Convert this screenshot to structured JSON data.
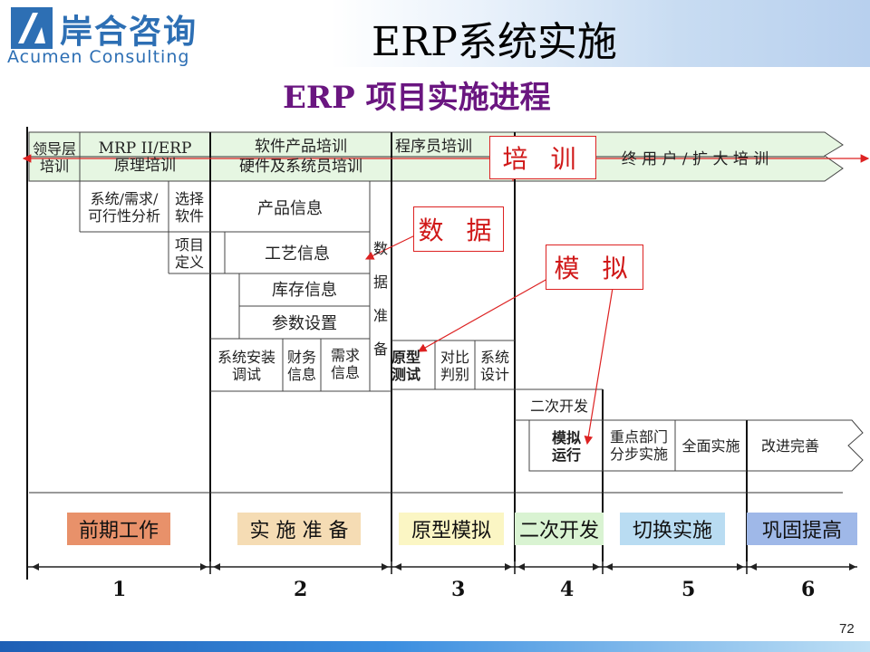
{
  "header": {
    "logo_cn": "岸合咨询",
    "logo_en": "Acumen Consulting",
    "title": "ERP系统实施",
    "subtitle": "ERP 项目实施进程"
  },
  "row1": {
    "leader_training": [
      "领导层",
      "培训"
    ],
    "mrp_training": [
      "MRP II/ERP",
      "原理培训"
    ],
    "software_training": [
      "软件产品培训",
      "硬件及系统员培训"
    ],
    "programmer_training": "程序员培训",
    "end_user_training": "终 用 户 /  扩 大 培 训"
  },
  "tasks": {
    "feasibility": [
      "系统/需求/",
      "可行性分析"
    ],
    "select_software": [
      "选择",
      "软件"
    ],
    "product_info": "产品信息",
    "project_define": [
      "项目",
      "定义"
    ],
    "process_info": "工艺信息",
    "inventory_info": "库存信息",
    "param_setup": "参数设置",
    "install_debug": [
      "系统安装",
      "调试"
    ],
    "finance_info": [
      "财务",
      "信息"
    ],
    "demand_info": [
      "需求",
      "信息"
    ],
    "data_prep": [
      "数",
      "据",
      "准",
      "备"
    ],
    "prototype_test": [
      "原型",
      "测试"
    ],
    "compare": [
      "对比",
      "判别"
    ],
    "system_design": [
      "系统",
      "设计"
    ],
    "secondary_dev": "二次开发",
    "simulate_run": [
      "模拟",
      "运行"
    ],
    "key_dept": [
      "重点部门",
      "分步实施"
    ],
    "full_impl": "全面实施",
    "improve": "改进完善"
  },
  "callouts": {
    "training": "培 训",
    "data": "数 据",
    "simulate": "模 拟"
  },
  "phases": [
    {
      "label": "前期工作",
      "color": "#e8916a"
    },
    {
      "label": "实 施 准 备",
      "color": "#f5dcb4"
    },
    {
      "label": "原型模拟",
      "color": "#fbf6c4"
    },
    {
      "label": "二次开发",
      "color": "#d9f3d2"
    },
    {
      "label": "切换实施",
      "color": "#b9dcf2"
    },
    {
      "label": "巩固提高",
      "color": "#9fb8e8"
    }
  ],
  "numbers": [
    "1",
    "2",
    "3",
    "4",
    "5",
    "6"
  ],
  "page_number": "72",
  "colors": {
    "logo_blue": "#2d6fb4",
    "subtitle_purple": "#6a1680",
    "callout_red": "#d01818",
    "band_green": "#e6f6e2"
  }
}
